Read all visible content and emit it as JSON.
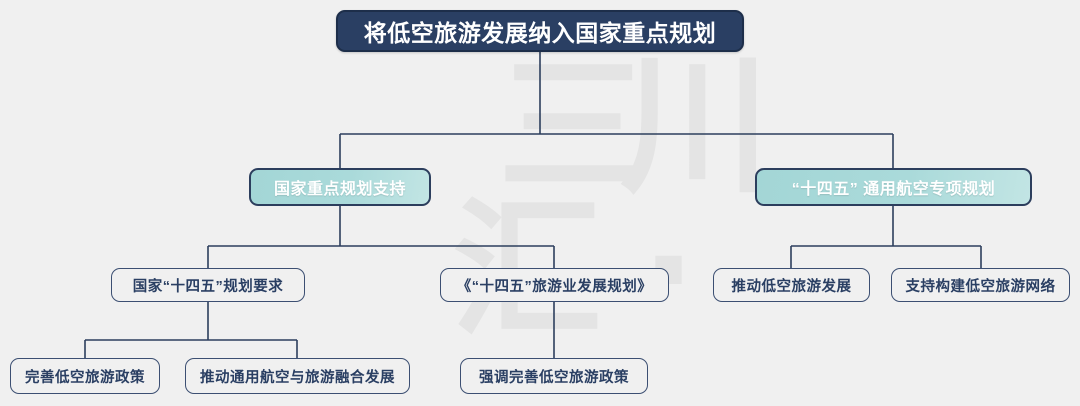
{
  "diagram": {
    "background_color": "#f0f0f0",
    "watermark": {
      "chars": [
        "三",
        "川",
        "汇",
        "·"
      ],
      "c1": "三",
      "c2": "川",
      "c3": "汇",
      "c4": "·"
    },
    "title": {
      "label": "将低空旅游发展纳入国家重点规划",
      "fill_color": "#2a3f63",
      "text_color": "#ffffff"
    },
    "level2": [
      {
        "id": "support",
        "label": "国家重点规划支持",
        "fill_color": "#a8d8d8",
        "text_color": "#ffffff"
      },
      {
        "id": "ga-plan",
        "label": "“十四五” 通用航空专项规划",
        "fill_color": "#a8d8d8",
        "text_color": "#ffffff"
      }
    ],
    "level3": [
      {
        "id": "national-requirement",
        "label": "国家“十四五”规划要求",
        "text_color": "#2a3f63"
      },
      {
        "id": "tourism-plan",
        "label": "《“十四五”旅游业发展规划》",
        "text_color": "#2a3f63"
      },
      {
        "id": "promote-lowalt",
        "label": "推动低空旅游发展",
        "text_color": "#2a3f63"
      },
      {
        "id": "support-network",
        "label": "支持构建低空旅游网络",
        "text_color": "#2a3f63"
      }
    ],
    "level4": [
      {
        "id": "improve-policy",
        "label": "完善低空旅游政策",
        "text_color": "#2a3f63"
      },
      {
        "id": "integrate-ga-tourism",
        "label": "推动通用航空与旅游融合发展",
        "text_color": "#2a3f63"
      },
      {
        "id": "emphasize-policy",
        "label": "强调完善低空旅游政策",
        "text_color": "#2a3f63"
      }
    ],
    "connector_color": "#2c3e5d"
  }
}
